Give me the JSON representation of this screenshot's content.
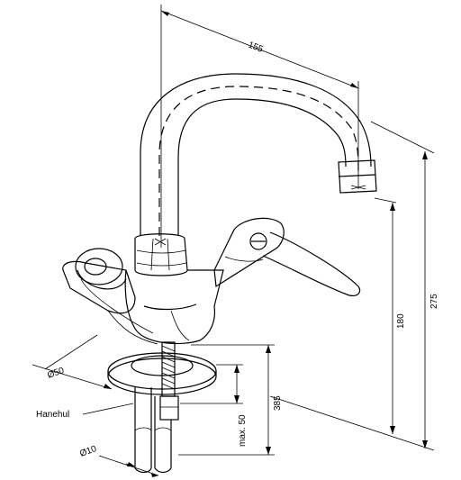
{
  "dimensions": {
    "spout_reach": "155",
    "total_height": "275",
    "spout_height": "180",
    "mount_height": "385",
    "max_thickness": "max. 50",
    "base_diameter": "Ø50",
    "rod_diameter": "Ø10"
  },
  "labels": {
    "hole": "Hanehul"
  }
}
